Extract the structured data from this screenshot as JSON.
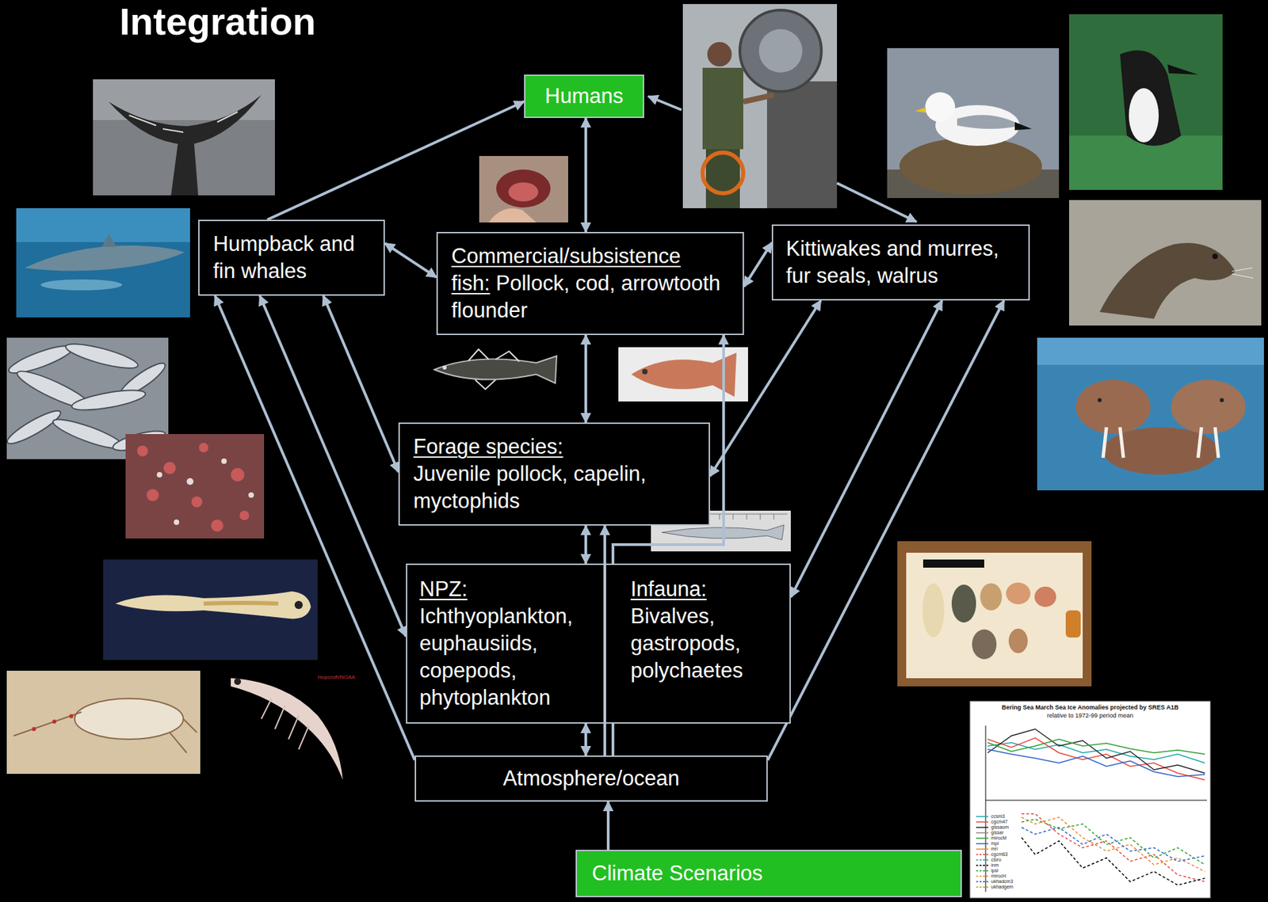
{
  "diagram": {
    "title": "Integration",
    "nodes": [
      {
        "text": [
          "Humans"
        ]
      },
      {
        "text": [
          "Humpback and fin whales"
        ]
      },
      {
        "text": [
          "Commercial/subsistence fish:",
          "Pollock, cod, arrowtooth flounder"
        ]
      },
      {
        "text": [
          "Kittiwakes and murres, fur seals, walrus"
        ]
      },
      {
        "text": [
          "Forage species:",
          "Juvenile pollock, capelin, myctophids"
        ]
      },
      {
        "text": [
          "NPZ:",
          "Ichthyoplankton, euphausiids, copepods, phytoplankton"
        ]
      },
      {
        "text": [
          "Infauna:",
          "Bivalves, gastropods, polychaetes"
        ]
      },
      {
        "text": [
          "Atmosphere/ocean"
        ]
      },
      {
        "text": [
          "Climate Scenarios"
        ]
      }
    ],
    "edges": [
      {
        "from": 1,
        "to": 0,
        "arrow": "to"
      },
      {
        "from": 0,
        "to": 2,
        "arrow": "both"
      },
      {
        "from": 1,
        "to": 2,
        "arrow": "both"
      },
      {
        "from": 2,
        "to": 3,
        "arrow": "both"
      },
      {
        "from": 1,
        "to": 4,
        "arrow": "both"
      },
      {
        "from": 1,
        "to": 5,
        "arrow": "both"
      },
      {
        "from": 7,
        "to": 1,
        "arrow": "to"
      },
      {
        "from": 3,
        "to": 4,
        "arrow": "both"
      },
      {
        "from": 7,
        "to": 3,
        "arrow": "to"
      },
      {
        "from": 3,
        "to": 6,
        "arrow": "both"
      },
      {
        "from": 2,
        "to": 4,
        "arrow": "both"
      },
      {
        "from": 4,
        "to": 5,
        "arrow": "both"
      },
      {
        "from": 5,
        "to": 7,
        "arrow": "both"
      },
      {
        "from": 7,
        "to": 2,
        "arrow": "to"
      },
      {
        "from": 7,
        "to": 4,
        "arrow": "to"
      },
      {
        "from": 8,
        "to": 7,
        "arrow": "to"
      }
    ],
    "labels": [
      "Hopcroft/NOAA",
      "Bering Sea March Sea Ice Anomalies projected by SRES A1B",
      "relative to 1972-99 period mean",
      "ccsm3",
      "cgcm47",
      "gissaom",
      "gisser",
      "mirocM",
      "mpi",
      "mri",
      "cgcm63",
      "csiro",
      "inm",
      "ipsl",
      "mirocH",
      "ukhadcm3",
      "ukhadgem"
    ]
  }
}
